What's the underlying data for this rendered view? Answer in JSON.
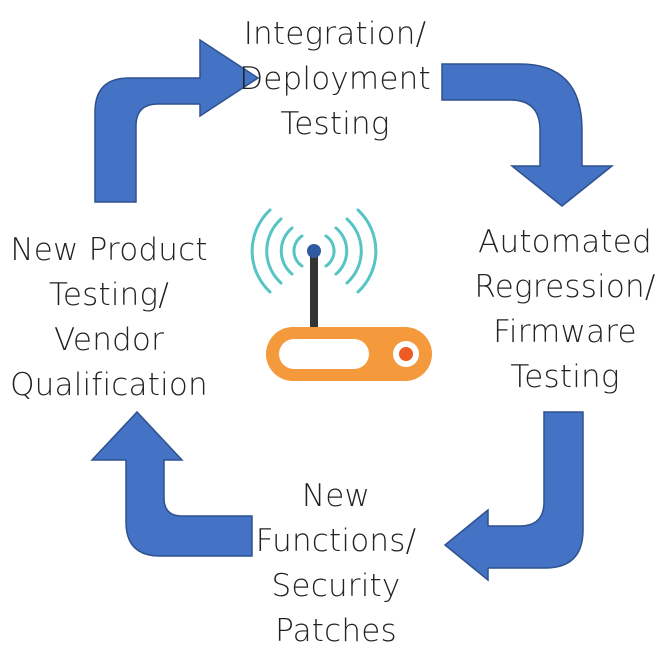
{
  "stages": {
    "top": [
      "Integration/",
      "Deployment",
      "Testing"
    ],
    "right": [
      "Automated",
      "Regression/",
      "Firmware",
      "Testing"
    ],
    "bottom": [
      "New",
      "Functions/",
      "Security",
      "Patches"
    ],
    "left": [
      "New Product",
      "Testing/",
      "Vendor",
      "Qualification"
    ]
  },
  "icons": {
    "center": "wifi-router-icon",
    "arrows": [
      "arrow-right-top-icon",
      "arrow-down-right-icon",
      "arrow-left-bottom-icon",
      "arrow-up-left-icon"
    ]
  },
  "colors": {
    "arrow_fill": "#4472c4",
    "arrow_stroke": "#2f528f",
    "router_body": "#f59a3c",
    "router_panel": "#ffffff",
    "router_led": "#ee5a24",
    "antenna": "#333333",
    "antenna_tip": "#2d5aa0",
    "signal": "#56c4c4",
    "text": "#222222"
  }
}
